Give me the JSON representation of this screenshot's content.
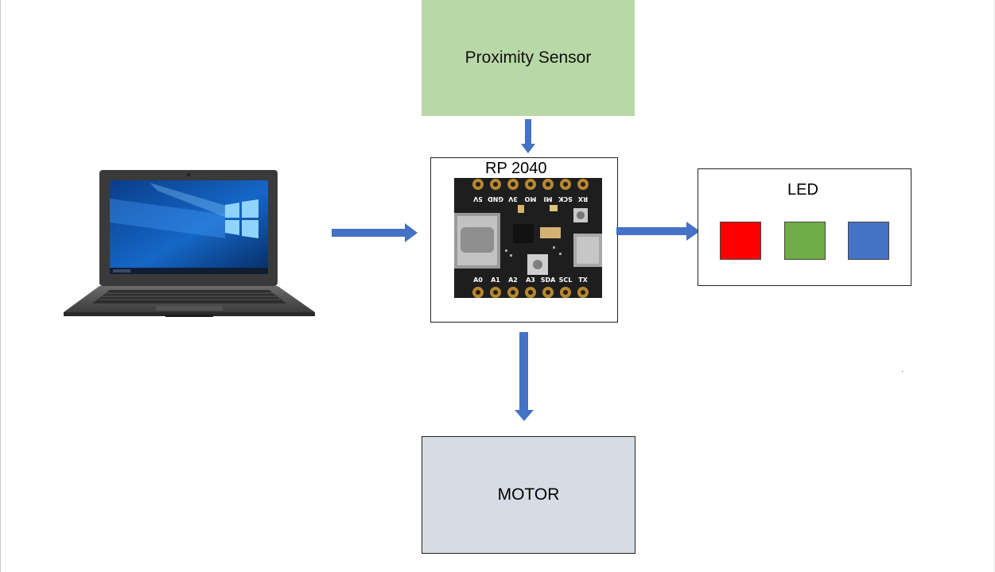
{
  "diagram": {
    "sensor": {
      "label": "Proximity Sensor"
    },
    "controller": {
      "label": "RP 2040",
      "top_pins": [
        "5V",
        "GND",
        "3V",
        "MO",
        "MI",
        "SCK",
        "RX"
      ],
      "bottom_pins": [
        "A0",
        "A1",
        "A2",
        "A3",
        "SDA",
        "SCL",
        "TX"
      ]
    },
    "led": {
      "label": "LED",
      "colors": [
        "#ff0000",
        "#70ad47",
        "#4472c4"
      ]
    },
    "motor": {
      "label": "MOTOR"
    },
    "arrow_color": "#4472c4",
    "sensor_color": "#b9d8a7",
    "motor_color": "#d6dce5"
  }
}
